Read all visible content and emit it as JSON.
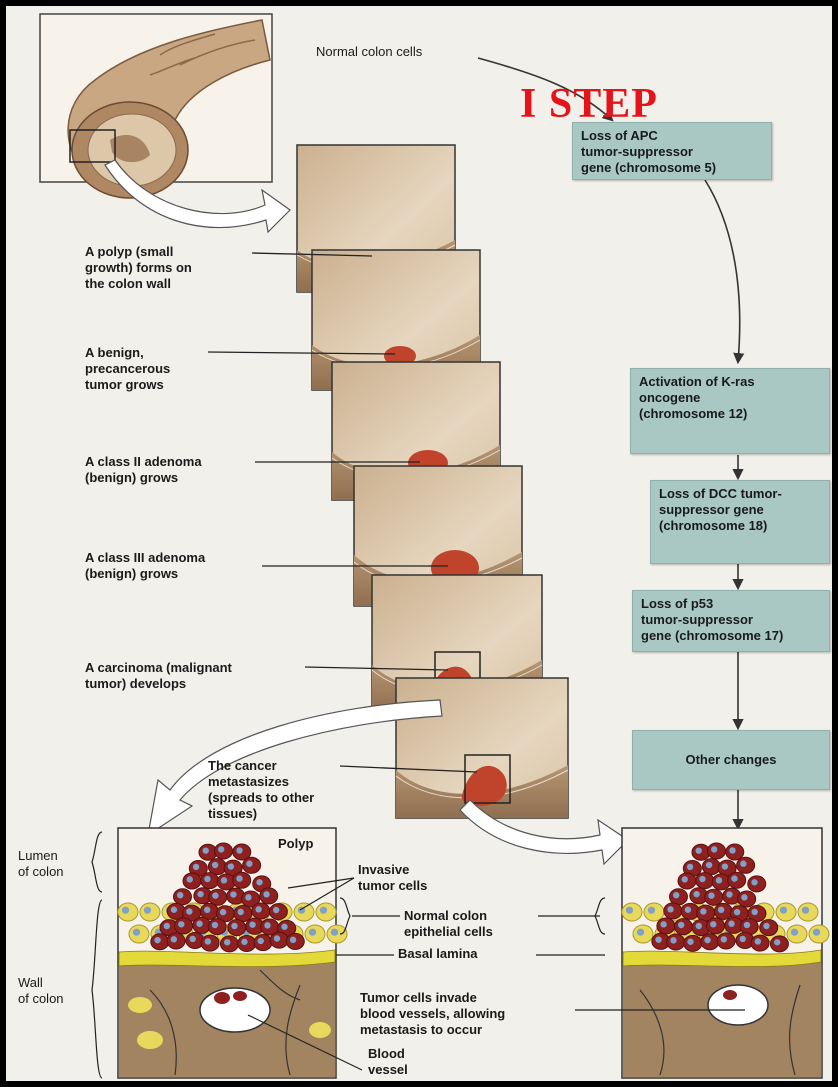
{
  "colors": {
    "step_red": "#e6131b",
    "gene_box": "#a9c8c4",
    "tissue": "#d9c3a6",
    "polyp": "#c0442c",
    "tumor_cell": "#8e2020",
    "epithelial_cell": "#e8d85c",
    "nucleus": "#7fa0c8",
    "basal_lamina": "#e3da3a"
  },
  "start_label": "Normal colon cells",
  "step_label": "I STEP",
  "gene_steps": [
    "Loss of APC\ntumor-suppressor\ngene (chromosome 5)",
    "Activation of K-ras\noncogene\n(chromosome 12)",
    "Loss of DCC tumor-\nsuppressor gene\n(chromosome 18)",
    "Loss of p53\ntumor-suppressor\ngene (chromosome 17)",
    "Other changes"
  ],
  "stages": [
    "A polyp (small\ngrowth) forms on\nthe colon wall",
    "A benign,\nprecancerous\ntumor grows",
    "A class II adenoma\n(benign) grows",
    "A class III adenoma\n(benign) grows",
    "A carcinoma (malignant\ntumor) develops",
    "The cancer\nmetastasizes\n(spreads to other\ntissues)"
  ],
  "cross_section": {
    "lumen_label": "Lumen\nof colon",
    "wall_label": "Wall\nof colon",
    "polyp_label": "Polyp",
    "invasive_label": "Invasive\ntumor cells",
    "epithelial_label": "Normal colon\nepithelial cells",
    "basal_label": "Basal lamina",
    "invade_label": "Tumor cells invade\nblood vessels, allowing\nmetastasis to occur",
    "vessel_label": "Blood\nvessel"
  }
}
